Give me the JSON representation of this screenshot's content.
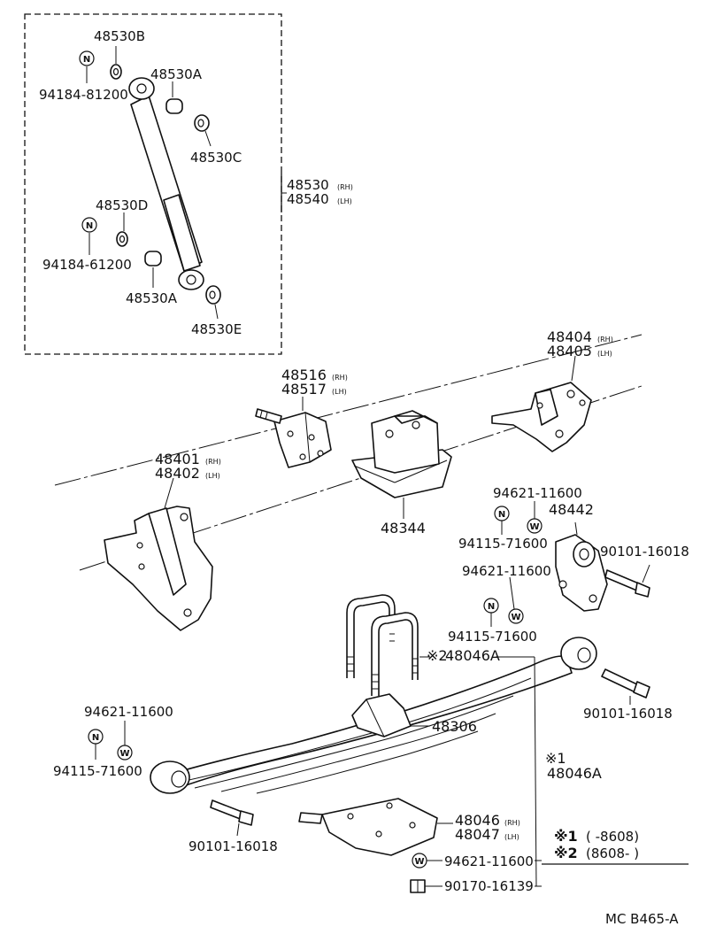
{
  "shock_group": {
    "bushing_b": "48530B",
    "nut_1": "94184-81200",
    "bushing_a_upper": "48530A",
    "bushing_c": "48530C",
    "bushing_d": "48530D",
    "nut_2": "94184-61200",
    "bushing_a_lower": "48530A",
    "bushing_e": "48530E",
    "assy_rh": "48530",
    "assy_rh_suffix": "(RH)",
    "assy_lh": "48540",
    "assy_lh_suffix": "(LH)"
  },
  "brackets": {
    "b48404": "48404",
    "b48404_suffix": "(RH)",
    "b48405": "48405",
    "b48405_suffix": "(LH)",
    "b48516": "48516",
    "b48516_suffix": "(RH)",
    "b48517": "48517",
    "b48517_suffix": "(LH)",
    "b48401": "48401",
    "b48401_suffix": "(RH)",
    "b48402": "48402",
    "b48402_suffix": "(LH)",
    "seat_48344": "48344"
  },
  "shackle": {
    "washer_top": "94621-11600",
    "nut_top": "94115-71600",
    "shackle_48442": "48442",
    "bolt_right": "90101-16018",
    "washer_mid": "94621-11600",
    "nut_mid": "94115-71600"
  },
  "spring": {
    "ubolt": "48046A",
    "ubolt_mark": "※2",
    "spring_mark": "※1",
    "spring": "48046A",
    "pad": "48306",
    "bolt_right_lower": "90101-16018",
    "washer_left": "94621-11600",
    "nut_left": "94115-71600",
    "bolt_left": "90101-16018",
    "plate_rh": "48046",
    "plate_rh_suffix": "(RH)",
    "plate_lh": "48047",
    "plate_lh_suffix": "(LH)",
    "washer_bottom": "94621-11600",
    "nut_bottom": "90170-16139"
  },
  "symbols": {
    "nut_symbol": "N",
    "washer_symbol": "W"
  },
  "legend": {
    "row1_mark": "※1",
    "row1_range": "(      -8608)",
    "row2_mark": "※2",
    "row2_range": "(8608-       )"
  },
  "footer": {
    "code": "MC B465-A"
  }
}
